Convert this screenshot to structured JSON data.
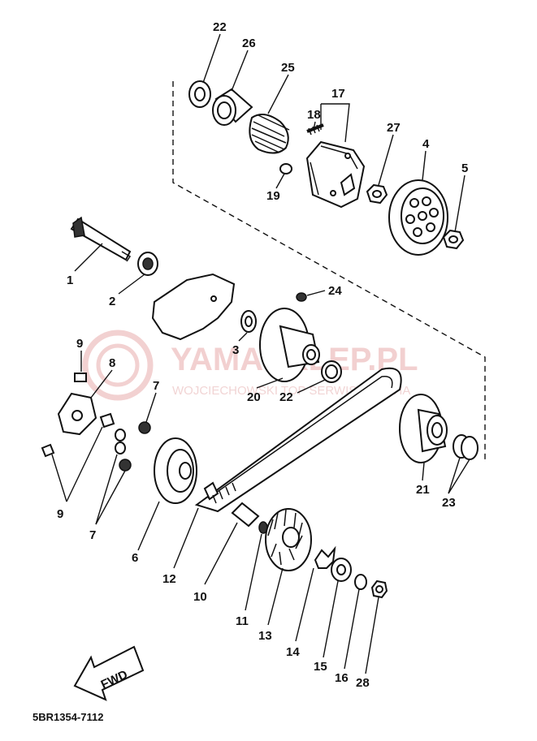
{
  "watermark": {
    "brand": "YAMASKLEP.PL",
    "tagline": "WOJCIECHOWSKI TOP SERWIS YAMAHA"
  },
  "diagram_code": "5BR1354-7112",
  "fwd_arrow_label": "FWD",
  "callouts": [
    {
      "id": "c22a",
      "label": "22"
    },
    {
      "id": "c26",
      "label": "26"
    },
    {
      "id": "c25",
      "label": "25"
    },
    {
      "id": "c17",
      "label": "17"
    },
    {
      "id": "c18",
      "label": "18"
    },
    {
      "id": "c27",
      "label": "27"
    },
    {
      "id": "c4",
      "label": "4"
    },
    {
      "id": "c5",
      "label": "5"
    },
    {
      "id": "c19",
      "label": "19"
    },
    {
      "id": "c1",
      "label": "1"
    },
    {
      "id": "c2",
      "label": "2"
    },
    {
      "id": "c24",
      "label": "24"
    },
    {
      "id": "c9a",
      "label": "9"
    },
    {
      "id": "c8",
      "label": "8"
    },
    {
      "id": "c3",
      "label": "3"
    },
    {
      "id": "c20",
      "label": "20"
    },
    {
      "id": "c22b",
      "label": "22"
    },
    {
      "id": "c7a",
      "label": "7"
    },
    {
      "id": "c9b",
      "label": "9"
    },
    {
      "id": "c7b",
      "label": "7"
    },
    {
      "id": "c6",
      "label": "6"
    },
    {
      "id": "c12",
      "label": "12"
    },
    {
      "id": "c10",
      "label": "10"
    },
    {
      "id": "c11",
      "label": "11"
    },
    {
      "id": "c13",
      "label": "13"
    },
    {
      "id": "c14",
      "label": "14"
    },
    {
      "id": "c15",
      "label": "15"
    },
    {
      "id": "c16",
      "label": "16"
    },
    {
      "id": "c28",
      "label": "28"
    },
    {
      "id": "c21",
      "label": "21"
    },
    {
      "id": "c23",
      "label": "23"
    }
  ]
}
